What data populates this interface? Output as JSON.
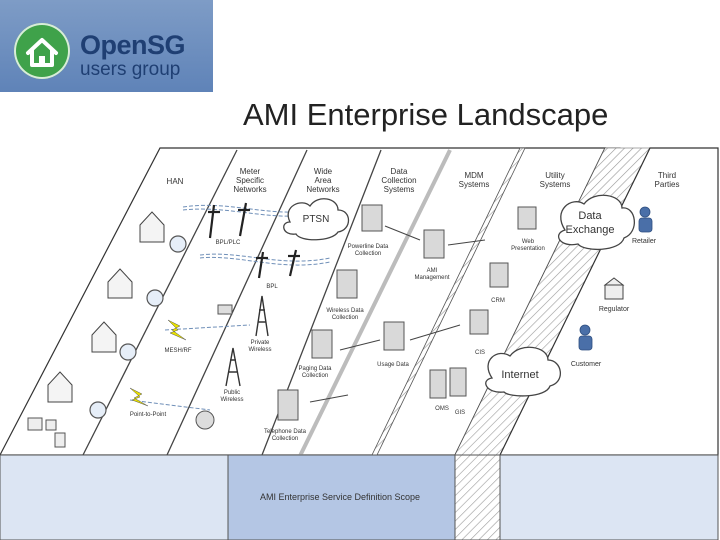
{
  "logo": {
    "name": "OpenSG",
    "subtitle": "users group"
  },
  "title": "AMI Enterprise Landscape",
  "columns": [
    {
      "line1": "HAN",
      "line2": "",
      "line3": ""
    },
    {
      "line1": "Meter",
      "line2": "Specific",
      "line3": "Networks"
    },
    {
      "line1": "Wide",
      "line2": "Area",
      "line3": "Networks"
    },
    {
      "line1": "Data",
      "line2": "Collection",
      "line3": "Systems"
    },
    {
      "line1": "MDM",
      "line2": "Systems",
      "line3": ""
    },
    {
      "line1": "Utility",
      "line2": "Systems",
      "line3": ""
    },
    {
      "line1": "Third",
      "line2": "Parties",
      "line3": ""
    }
  ],
  "clouds": {
    "pstn": "PTSN",
    "exchange_line1": "Data",
    "exchange_line2": "Exchange",
    "internet": "Internet"
  },
  "links": {
    "bpl_plc": "BPL/PLC",
    "bpl": "BPL",
    "mesh": "MESH/RF",
    "p2p": "Point-to-Point",
    "private_wireless_1": "Private",
    "private_wireless_2": "Wireless",
    "public_wireless_1": "Public",
    "public_wireless_2": "Wireless"
  },
  "systems": {
    "powerline_1": "Powerline Data",
    "powerline_2": "Collection",
    "wireless_1": "Wireless Data",
    "wireless_2": "Collection",
    "paging_1": "Paging Data",
    "paging_2": "Collection",
    "telephone_1": "Telephone Data",
    "telephone_2": "Collection",
    "ami_1": "AMI",
    "ami_2": "Management",
    "usage": "Usage Data",
    "cis": "CIS",
    "oms": "OMS",
    "gis": "GIS",
    "crm": "CRM",
    "web_1": "Web",
    "web_2": "Presentation"
  },
  "parties": {
    "retailer": "Retailer",
    "regulator": "Regulator",
    "customer": "Customer"
  },
  "scope_label": "AMI Enterprise Service Definition Scope"
}
